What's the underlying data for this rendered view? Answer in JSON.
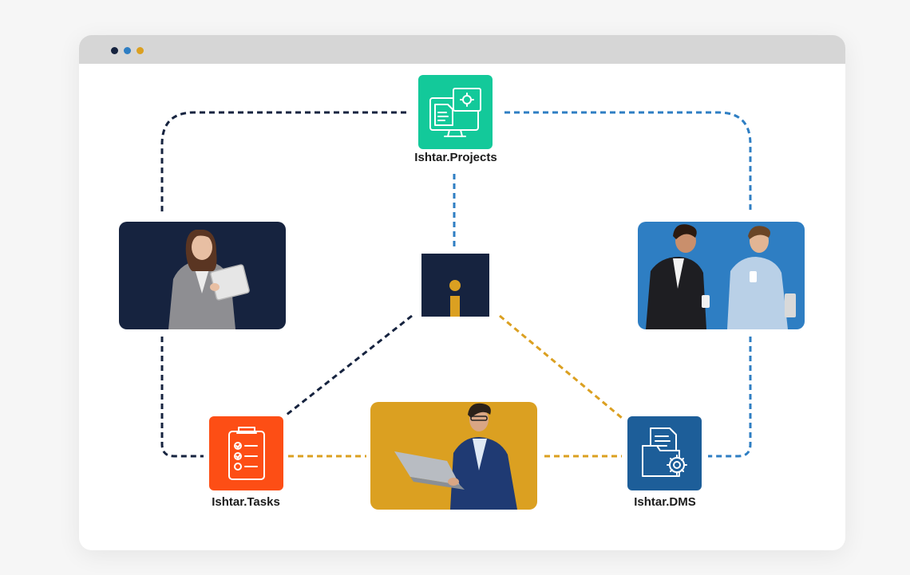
{
  "window": {
    "title_dots": [
      "#16233f",
      "#2e7ec3",
      "#dba021"
    ]
  },
  "modules": {
    "projects": {
      "label": "Ishtar.Projects",
      "color": "#13c99a",
      "icon": "monitor-document-gear-icon"
    },
    "tasks": {
      "label": "Ishtar.Tasks",
      "color": "#fd4e15",
      "icon": "clipboard-checklist-icon"
    },
    "dms": {
      "label": "Ishtar.DMS",
      "color": "#1d5e99",
      "icon": "document-folder-gear-icon"
    }
  },
  "hub": {
    "icon": "ishtar-i-logo-icon",
    "color": "#16233f",
    "accent": "#dba021"
  },
  "photos": {
    "left": {
      "subject": "woman-with-tablet",
      "background": "#16233f"
    },
    "right": {
      "subject": "two-businessmen-with-coffee",
      "background": "#2e7ec3"
    },
    "bottom": {
      "subject": "man-with-laptop",
      "background": "#dba021"
    }
  },
  "connection_colors": {
    "navy": "#16233f",
    "blue": "#2e7ec3",
    "gold": "#dba021"
  }
}
